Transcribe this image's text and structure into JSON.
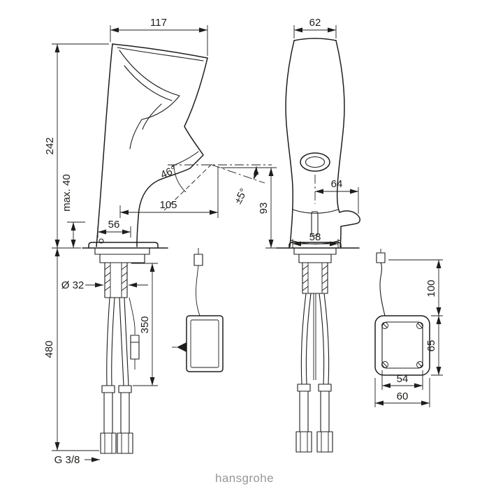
{
  "drawing": {
    "kind": "technical-dimension-drawing",
    "line_color": "#1d1d1b",
    "background": "#ffffff"
  },
  "brand": {
    "logo_text": "hansgrohe",
    "logo_color": "#949897"
  },
  "dims": {
    "d117": "117",
    "d62": "62",
    "d242": "242",
    "max40": "max. 40",
    "angle46": "46°",
    "pm5": "±5°",
    "d105": "105",
    "d93": "93",
    "d64": "64",
    "d56": "56",
    "d58": "58",
    "dia32": "Ø 32",
    "d350": "350",
    "d480": "480",
    "d100": "100",
    "d65": "65",
    "d54": "54",
    "d60": "60",
    "thread": "G 3/8"
  }
}
